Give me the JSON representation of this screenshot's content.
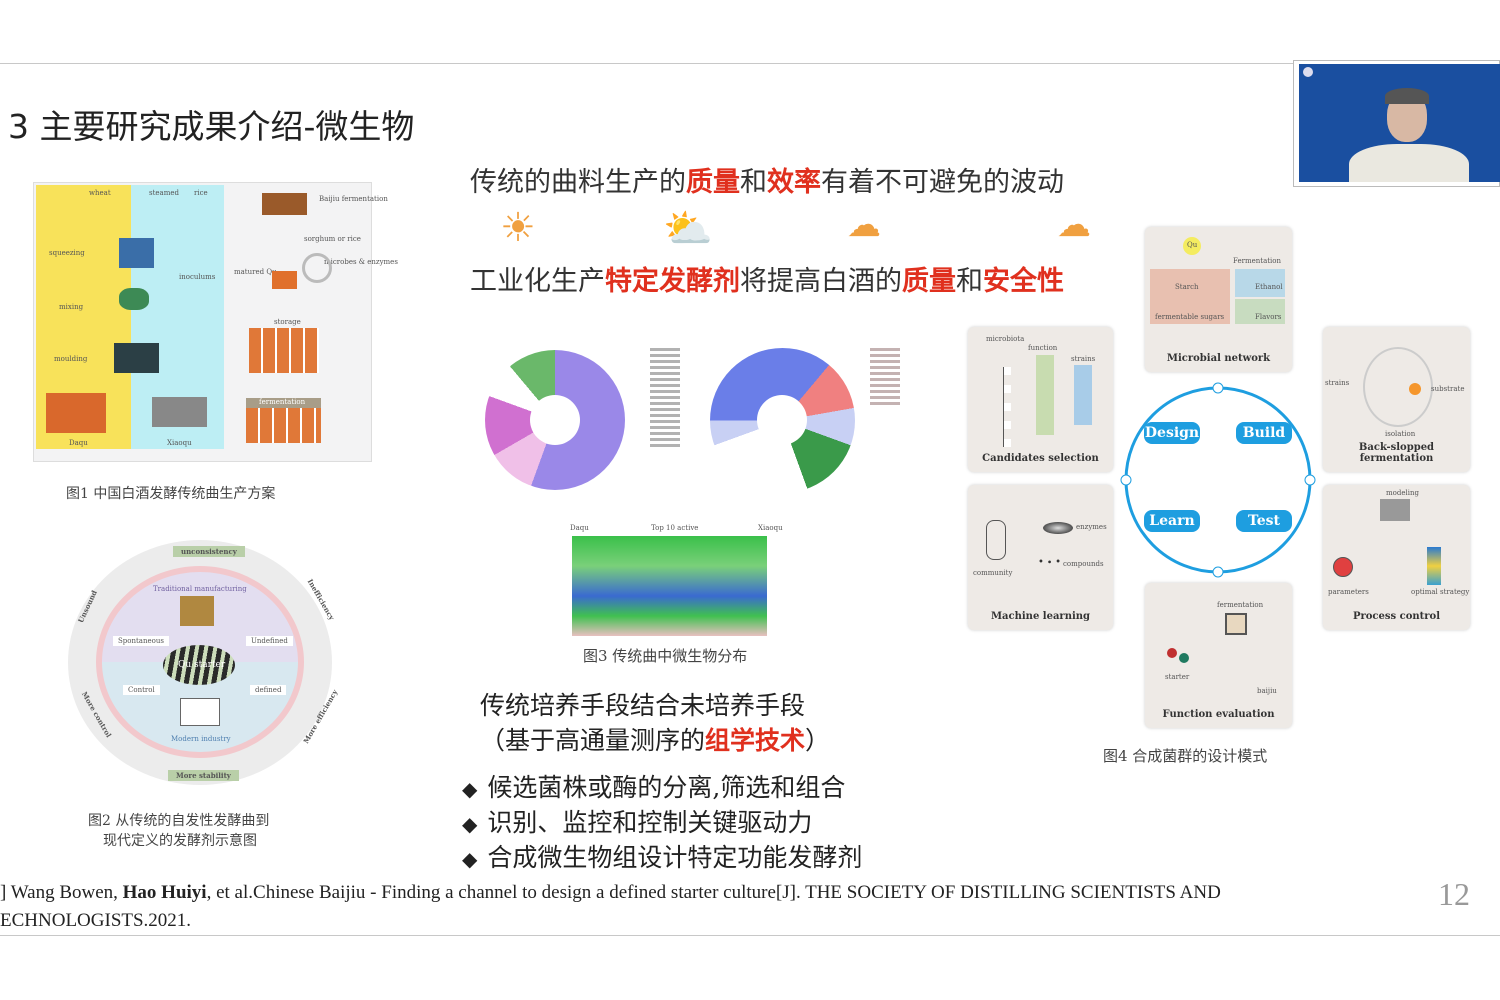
{
  "slide": {
    "title": "3  主要研究成果介绍-微生物",
    "headline1": [
      {
        "t": "传统的曲料生产的"
      },
      {
        "t": "质量",
        "red": true
      },
      {
        "t": "和"
      },
      {
        "t": "效率",
        "red": true
      },
      {
        "t": "有着不可避免的波动"
      }
    ],
    "headline2": [
      {
        "t": "工业化生产"
      },
      {
        "t": "特定发酵剂",
        "red": true
      },
      {
        "t": "将提高白酒的"
      },
      {
        "t": "质量",
        "red": true
      },
      {
        "t": "和"
      },
      {
        "t": "安全性",
        "red": true
      }
    ],
    "weather_icons": [
      "sun-icon",
      "sun-cloud-icon",
      "cloud-rain-icon",
      "cloud-storm-icon"
    ],
    "accent_red": "#e0301e",
    "accent_blue": "#1e9ee0",
    "fig1": {
      "caption": "图1 中国白酒发酵传统曲生产方案",
      "labels": {
        "wheat": "wheat",
        "steamed": "steamed",
        "rice": "rice",
        "squeezing": "squeezing",
        "inoculums": "inoculums",
        "mixing": "mixing",
        "moulding": "moulding",
        "daqu": "Daqu",
        "xiaoqu": "Xiaoqu",
        "baijiu": "Baijiu fermentation",
        "sorghum": "sorghum or rice",
        "matured": "matured Qu",
        "microbes": "microbes & enzymes",
        "storage": "storage",
        "fermentation": "fermentation"
      }
    },
    "fig2": {
      "caption1": "图2 从传统的自发性发酵曲到",
      "caption2": "现代定义的发酵剂示意图",
      "labels": {
        "top": "unconsistency",
        "tr": "Inefficiency",
        "tl": "Unsound",
        "bl": "More control",
        "bottom": "More stability",
        "br": "More efficiency",
        "traditional": "Traditional manufacturing",
        "spontaneous": "Spontaneous",
        "undefined": "Undefined",
        "control": "Control",
        "defined": "defined",
        "modern": "Modern industry",
        "center": "Qu starter"
      }
    },
    "fig3": {
      "caption": "图3 传统曲中微生物分布",
      "sankey_headers": [
        "Daqu",
        "Top 10 active",
        "Xiaoqu"
      ]
    },
    "methods": {
      "line1": "传统培养手段结合未培养手段",
      "line2": [
        {
          "t": "（基于高通量测序的"
        },
        {
          "t": "组学技术",
          "red": true
        },
        {
          "t": "）"
        }
      ]
    },
    "bullets": [
      "候选菌株或酶的分离,筛选和组合",
      "识别、监控和控制关键驱动力",
      "合成微生物组设计特定功能发酵剂"
    ],
    "bullet_icon": "diamond-bullet-icon",
    "fig4": {
      "caption": "图4 合成菌群的设计模式",
      "cycle": [
        "Design",
        "Build",
        "Learn",
        "Test"
      ],
      "cards": {
        "microbial": {
          "title": "Microbial network",
          "labels": [
            "Qu",
            "Fermentation",
            "Starch",
            "fermentable sugars",
            "Ethanol",
            "Flavors"
          ]
        },
        "candidates": {
          "title": "Candidates selection",
          "labels": [
            "microbiota",
            "function",
            "strains"
          ]
        },
        "backslop": {
          "title": "Back-slopped fermentation",
          "labels": [
            "strains",
            "substrate",
            "isolation"
          ]
        },
        "ml": {
          "title": "Machine learning",
          "labels": [
            "enzymes",
            "compounds",
            "community"
          ]
        },
        "process": {
          "title": "Process control",
          "labels": [
            "modeling",
            "parameters",
            "optimal strategy"
          ]
        },
        "function": {
          "title": "Function evaluation",
          "labels": [
            "fermentation",
            "starter",
            "baijiu"
          ]
        }
      }
    },
    "reference": {
      "line1_a": "] Wang Bowen, ",
      "line1_b": "Hao Huiyi",
      "line1_c": ", et al.Chinese Baijiu - Finding a channel to design a defined starter culture[J]. THE SOCIETY OF DISTILLING SCIENTISTS AND",
      "line2": "ECHNOLOGISTS.2021."
    },
    "page_number": "12"
  },
  "webcam": {
    "label": "speaker-video"
  }
}
